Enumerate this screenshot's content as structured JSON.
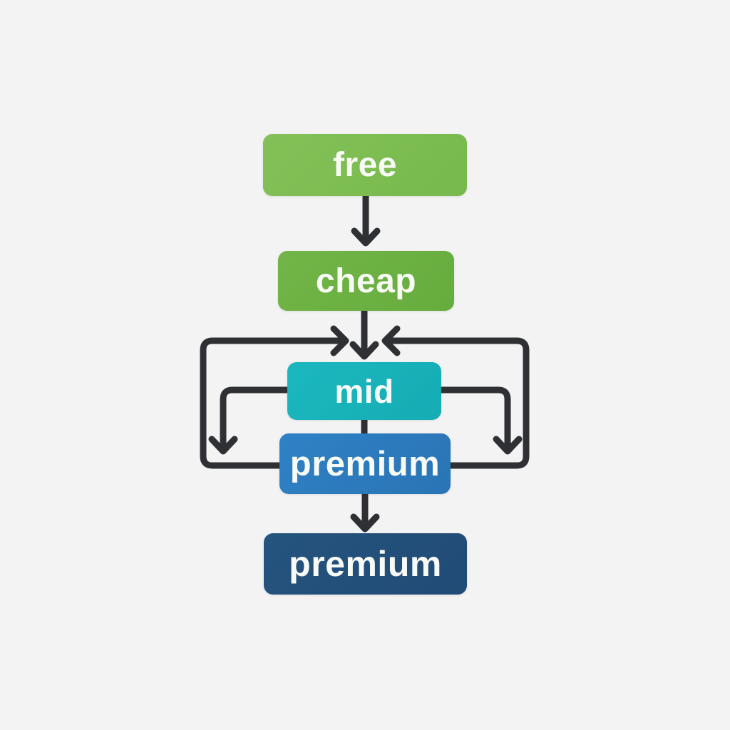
{
  "diagram": {
    "background_color": "#f3f3f4",
    "connector_color": "#2e3034",
    "label_color": "#f8fbf5",
    "nodes": [
      {
        "id": "free",
        "label": "free",
        "color": "#7dbd52"
      },
      {
        "id": "cheap",
        "label": "cheap",
        "color": "#6cb042"
      },
      {
        "id": "mid",
        "label": "mid",
        "color": "#18b4bb"
      },
      {
        "id": "premium",
        "label": "premium",
        "color": "#2d7cc1"
      },
      {
        "id": "premium-dark",
        "label": "premium",
        "color": "#22507f"
      }
    ],
    "edges": [
      {
        "from": "free",
        "to": "cheap",
        "type": "arrow",
        "route": "straight down"
      },
      {
        "from": "cheap",
        "to": "mid",
        "type": "arrow",
        "route": "straight down"
      },
      {
        "from": "premium",
        "to": "mid",
        "type": "arrow",
        "route": "left outer loop, arrowhead pointing right into cheap-mid junction"
      },
      {
        "from": "premium",
        "to": "mid",
        "type": "arrow",
        "route": "right outer loop, arrowhead pointing left into cheap-mid junction"
      },
      {
        "from": "mid",
        "to": "premium",
        "type": "arrow",
        "route": "left inner loop, arrowhead pointing down"
      },
      {
        "from": "mid",
        "to": "premium",
        "type": "arrow",
        "route": "right inner loop, arrowhead pointing down"
      },
      {
        "from": "mid",
        "to": "premium",
        "type": "line",
        "route": "short straight connector"
      },
      {
        "from": "premium",
        "to": "premium-dark",
        "type": "arrow",
        "route": "straight down"
      }
    ]
  }
}
